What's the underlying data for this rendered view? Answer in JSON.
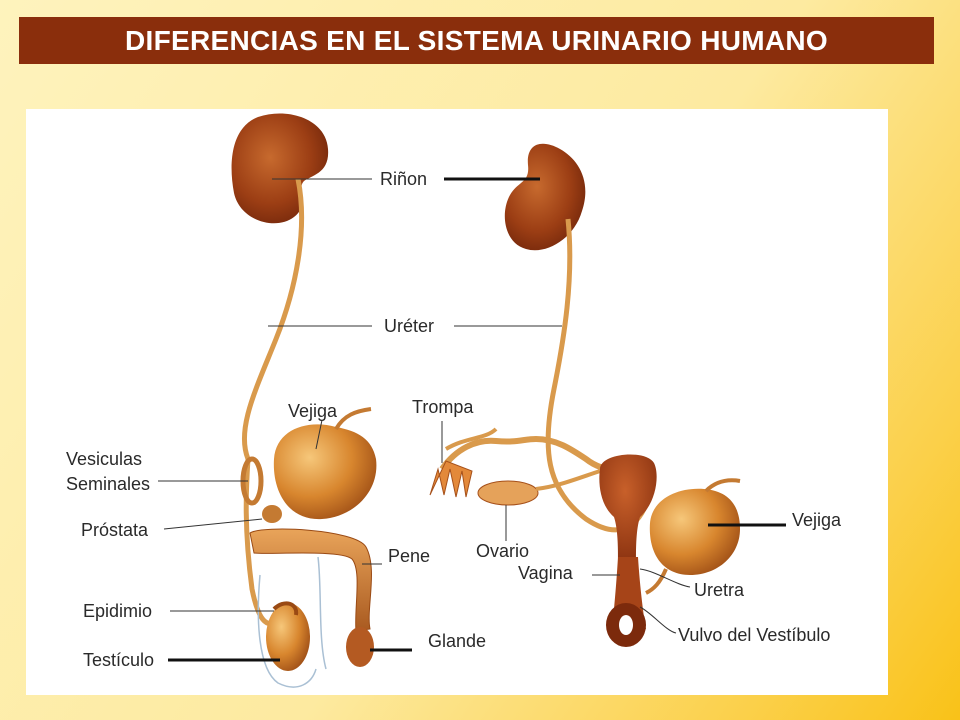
{
  "title": "DIFERENCIAS EN EL SISTEMA URINARIO HUMANO",
  "labels": {
    "rinon": "Riñon",
    "ureter": "Uréter",
    "vejiga_male": "Vejiga",
    "vesiculas_1": "Vesiculas",
    "vesiculas_2": "Seminales",
    "prostata": "Próstata",
    "pene": "Pene",
    "epididimo": "Epidimio",
    "testiculo": "Testículo",
    "glande": "Glande",
    "trompa": "Trompa",
    "ovario": "Ovario",
    "vagina": "Vagina",
    "vejiga_female": "Vejiga",
    "uretra": "Uretra",
    "vulvo": "Vulvo del Vestíbulo"
  },
  "colors": {
    "title_bg": "#8a2e0c",
    "organ": "#b4541c",
    "organ_light": "#e8a850",
    "tube": "#d99a4c"
  }
}
